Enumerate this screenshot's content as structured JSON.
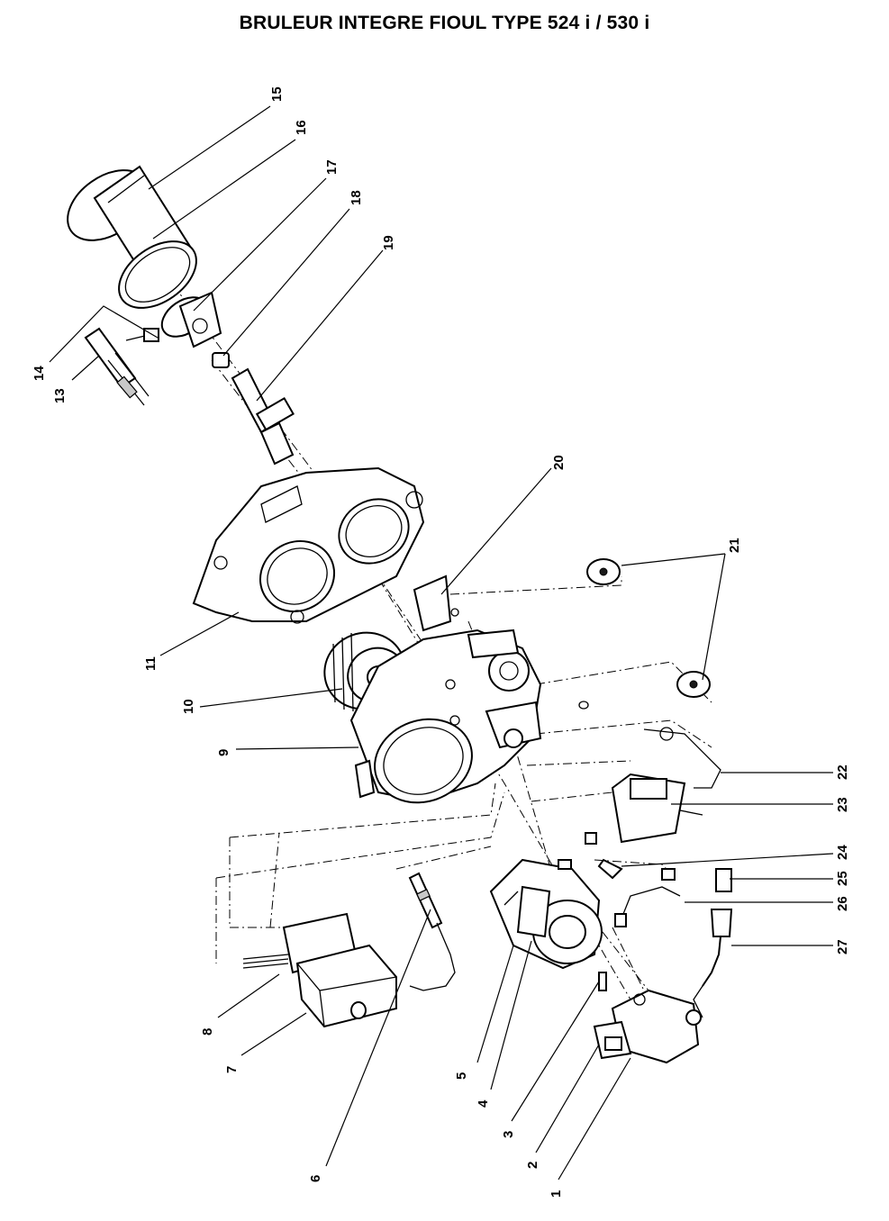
{
  "title": "BRULEUR INTEGRE FIOUL TYPE 524 i / 530 i",
  "callouts": [
    {
      "id": "1",
      "text": "1"
    },
    {
      "id": "2",
      "text": "2"
    },
    {
      "id": "3",
      "text": "3"
    },
    {
      "id": "4",
      "text": "4"
    },
    {
      "id": "5",
      "text": "5"
    },
    {
      "id": "6",
      "text": "6"
    },
    {
      "id": "7",
      "text": "7"
    },
    {
      "id": "8",
      "text": "8"
    },
    {
      "id": "9",
      "text": "9"
    },
    {
      "id": "10",
      "text": "10"
    },
    {
      "id": "11",
      "text": "11"
    },
    {
      "id": "13",
      "text": "13"
    },
    {
      "id": "14",
      "text": "14"
    },
    {
      "id": "15",
      "text": "15"
    },
    {
      "id": "16",
      "text": "16"
    },
    {
      "id": "17",
      "text": "17"
    },
    {
      "id": "18",
      "text": "18"
    },
    {
      "id": "19",
      "text": "19"
    },
    {
      "id": "20",
      "text": "20"
    },
    {
      "id": "21",
      "text": "21"
    },
    {
      "id": "22",
      "text": "22"
    },
    {
      "id": "23",
      "text": "23"
    },
    {
      "id": "24",
      "text": "24"
    },
    {
      "id": "25",
      "text": "25"
    },
    {
      "id": "26",
      "text": "26"
    },
    {
      "id": "27",
      "text": "27"
    }
  ]
}
